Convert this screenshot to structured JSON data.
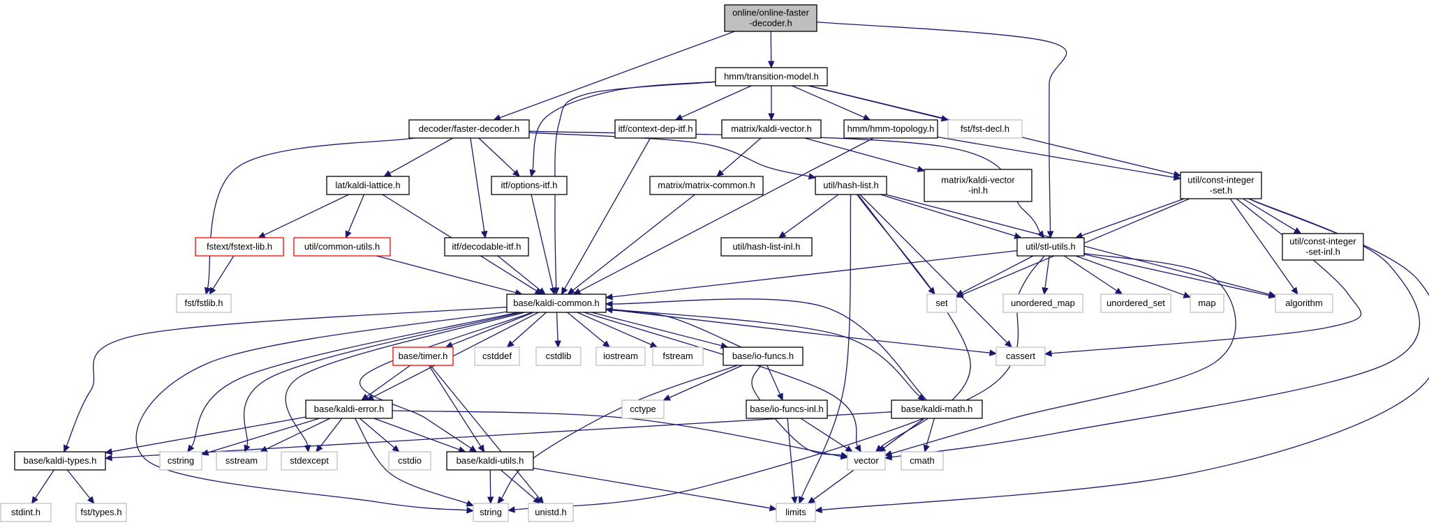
{
  "graph": {
    "nodes": [
      {
        "id": "n0",
        "lines": [
          "online/online-faster",
          "-decoder.h"
        ],
        "kind": "root"
      },
      {
        "id": "n1",
        "lines": [
          "hmm/transition-model.h"
        ],
        "kind": "normal"
      },
      {
        "id": "n2",
        "lines": [
          "decoder/faster-decoder.h"
        ],
        "kind": "normal"
      },
      {
        "id": "n3",
        "lines": [
          "itf/context-dep-itf.h"
        ],
        "kind": "normal"
      },
      {
        "id": "n4",
        "lines": [
          "matrix/kaldi-vector.h"
        ],
        "kind": "normal"
      },
      {
        "id": "n5",
        "lines": [
          "hmm/hmm-topology.h"
        ],
        "kind": "normal"
      },
      {
        "id": "n6",
        "lines": [
          "fst/fst-decl.h"
        ],
        "kind": "missing"
      },
      {
        "id": "n7",
        "lines": [
          "lat/kaldi-lattice.h"
        ],
        "kind": "normal"
      },
      {
        "id": "n8",
        "lines": [
          "itf/options-itf.h"
        ],
        "kind": "normal"
      },
      {
        "id": "n9",
        "lines": [
          "matrix/matrix-common.h"
        ],
        "kind": "normal"
      },
      {
        "id": "n10",
        "lines": [
          "util/hash-list.h"
        ],
        "kind": "normal"
      },
      {
        "id": "n11",
        "lines": [
          "matrix/kaldi-vector",
          "-inl.h"
        ],
        "kind": "normal"
      },
      {
        "id": "n12",
        "lines": [
          "util/const-integer",
          "-set.h"
        ],
        "kind": "normal"
      },
      {
        "id": "n13",
        "lines": [
          "fstext/fstext-lib.h"
        ],
        "kind": "truncated"
      },
      {
        "id": "n14",
        "lines": [
          "util/common-utils.h"
        ],
        "kind": "truncated"
      },
      {
        "id": "n15",
        "lines": [
          "itf/decodable-itf.h"
        ],
        "kind": "normal"
      },
      {
        "id": "n16",
        "lines": [
          "util/hash-list-inl.h"
        ],
        "kind": "normal"
      },
      {
        "id": "n17",
        "lines": [
          "util/stl-utils.h"
        ],
        "kind": "normal"
      },
      {
        "id": "n18",
        "lines": [
          "util/const-integer",
          "-set-inl.h"
        ],
        "kind": "normal"
      },
      {
        "id": "n19",
        "lines": [
          "fst/fstlib.h"
        ],
        "kind": "missing"
      },
      {
        "id": "n20",
        "lines": [
          "base/kaldi-common.h"
        ],
        "kind": "normal"
      },
      {
        "id": "n21",
        "lines": [
          "set"
        ],
        "kind": "missing"
      },
      {
        "id": "n22",
        "lines": [
          "unordered_map"
        ],
        "kind": "missing"
      },
      {
        "id": "n23",
        "lines": [
          "unordered_set"
        ],
        "kind": "missing"
      },
      {
        "id": "n24",
        "lines": [
          "map"
        ],
        "kind": "missing"
      },
      {
        "id": "n25",
        "lines": [
          "algorithm"
        ],
        "kind": "missing"
      },
      {
        "id": "n26",
        "lines": [
          "base/timer.h"
        ],
        "kind": "truncated"
      },
      {
        "id": "n27",
        "lines": [
          "cstddef"
        ],
        "kind": "missing"
      },
      {
        "id": "n28",
        "lines": [
          "cstdlib"
        ],
        "kind": "missing"
      },
      {
        "id": "n29",
        "lines": [
          "iostream"
        ],
        "kind": "missing"
      },
      {
        "id": "n30",
        "lines": [
          "fstream"
        ],
        "kind": "missing"
      },
      {
        "id": "n31",
        "lines": [
          "base/io-funcs.h"
        ],
        "kind": "normal"
      },
      {
        "id": "n32",
        "lines": [
          "cassert"
        ],
        "kind": "missing"
      },
      {
        "id": "n33",
        "lines": [
          "base/kaldi-error.h"
        ],
        "kind": "normal"
      },
      {
        "id": "n34",
        "lines": [
          "cctype"
        ],
        "kind": "missing"
      },
      {
        "id": "n35",
        "lines": [
          "base/io-funcs-inl.h"
        ],
        "kind": "normal"
      },
      {
        "id": "n36",
        "lines": [
          "base/kaldi-math.h"
        ],
        "kind": "normal"
      },
      {
        "id": "n37",
        "lines": [
          "base/kaldi-types.h"
        ],
        "kind": "normal"
      },
      {
        "id": "n38",
        "lines": [
          "cstring"
        ],
        "kind": "missing"
      },
      {
        "id": "n39",
        "lines": [
          "sstream"
        ],
        "kind": "missing"
      },
      {
        "id": "n40",
        "lines": [
          "stdexcept"
        ],
        "kind": "missing"
      },
      {
        "id": "n41",
        "lines": [
          "cstdio"
        ],
        "kind": "missing"
      },
      {
        "id": "n42",
        "lines": [
          "base/kaldi-utils.h"
        ],
        "kind": "normal"
      },
      {
        "id": "n43",
        "lines": [
          "vector"
        ],
        "kind": "missing"
      },
      {
        "id": "n44",
        "lines": [
          "cmath"
        ],
        "kind": "missing"
      },
      {
        "id": "n45",
        "lines": [
          "stdint.h"
        ],
        "kind": "missing"
      },
      {
        "id": "n46",
        "lines": [
          "fst/types.h"
        ],
        "kind": "missing"
      },
      {
        "id": "n47",
        "lines": [
          "string"
        ],
        "kind": "missing"
      },
      {
        "id": "n48",
        "lines": [
          "unistd.h"
        ],
        "kind": "missing"
      },
      {
        "id": "n49",
        "lines": [
          "limits"
        ],
        "kind": "missing"
      }
    ],
    "edges": [
      [
        "n0",
        "n1"
      ],
      [
        "n0",
        "n2"
      ],
      [
        "n0",
        "n17"
      ],
      [
        "n1",
        "n3"
      ],
      [
        "n1",
        "n4"
      ],
      [
        "n1",
        "n5"
      ],
      [
        "n1",
        "n6"
      ],
      [
        "n1",
        "n8"
      ],
      [
        "n1",
        "n12"
      ],
      [
        "n1",
        "n20"
      ],
      [
        "n2",
        "n7"
      ],
      [
        "n2",
        "n8"
      ],
      [
        "n2",
        "n10"
      ],
      [
        "n2",
        "n15"
      ],
      [
        "n2",
        "n17"
      ],
      [
        "n2",
        "n19"
      ],
      [
        "n3",
        "n20"
      ],
      [
        "n4",
        "n9"
      ],
      [
        "n4",
        "n11"
      ],
      [
        "n5",
        "n12"
      ],
      [
        "n5",
        "n20"
      ],
      [
        "n7",
        "n13"
      ],
      [
        "n7",
        "n14"
      ],
      [
        "n7",
        "n20"
      ],
      [
        "n8",
        "n20"
      ],
      [
        "n9",
        "n20"
      ],
      [
        "n10",
        "n16"
      ],
      [
        "n10",
        "n17"
      ],
      [
        "n10",
        "n21"
      ],
      [
        "n10",
        "n25"
      ],
      [
        "n10",
        "n32"
      ],
      [
        "n10",
        "n43"
      ],
      [
        "n10",
        "n49"
      ],
      [
        "n12",
        "n17"
      ],
      [
        "n12",
        "n18"
      ],
      [
        "n12",
        "n21"
      ],
      [
        "n12",
        "n25"
      ],
      [
        "n12",
        "n32"
      ],
      [
        "n12",
        "n43"
      ],
      [
        "n12",
        "n49"
      ],
      [
        "n13",
        "n19"
      ],
      [
        "n14",
        "n20"
      ],
      [
        "n15",
        "n20"
      ],
      [
        "n17",
        "n20"
      ],
      [
        "n17",
        "n21"
      ],
      [
        "n17",
        "n22"
      ],
      [
        "n17",
        "n23"
      ],
      [
        "n17",
        "n24"
      ],
      [
        "n17",
        "n25"
      ],
      [
        "n17",
        "n43"
      ],
      [
        "n17",
        "n47"
      ],
      [
        "n20",
        "n26"
      ],
      [
        "n20",
        "n27"
      ],
      [
        "n20",
        "n28"
      ],
      [
        "n20",
        "n29"
      ],
      [
        "n20",
        "n30"
      ],
      [
        "n20",
        "n31"
      ],
      [
        "n20",
        "n32"
      ],
      [
        "n20",
        "n33"
      ],
      [
        "n20",
        "n36"
      ],
      [
        "n20",
        "n37"
      ],
      [
        "n20",
        "n38"
      ],
      [
        "n20",
        "n39"
      ],
      [
        "n20",
        "n40"
      ],
      [
        "n20",
        "n42"
      ],
      [
        "n20",
        "n43"
      ],
      [
        "n20",
        "n47"
      ],
      [
        "n26",
        "n33"
      ],
      [
        "n26",
        "n42"
      ],
      [
        "n26",
        "n48"
      ],
      [
        "n31",
        "n20"
      ],
      [
        "n31",
        "n34"
      ],
      [
        "n31",
        "n35"
      ],
      [
        "n31",
        "n43"
      ],
      [
        "n31",
        "n47"
      ],
      [
        "n33",
        "n37"
      ],
      [
        "n33",
        "n38"
      ],
      [
        "n33",
        "n39"
      ],
      [
        "n33",
        "n40"
      ],
      [
        "n33",
        "n41"
      ],
      [
        "n33",
        "n42"
      ],
      [
        "n33",
        "n43"
      ],
      [
        "n33",
        "n47"
      ],
      [
        "n35",
        "n43"
      ],
      [
        "n35",
        "n49"
      ],
      [
        "n36",
        "n20"
      ],
      [
        "n36",
        "n37"
      ],
      [
        "n36",
        "n43"
      ],
      [
        "n36",
        "n44"
      ],
      [
        "n36",
        "n49"
      ],
      [
        "n37",
        "n45"
      ],
      [
        "n37",
        "n46"
      ],
      [
        "n42",
        "n47"
      ],
      [
        "n42",
        "n48"
      ],
      [
        "n42",
        "n49"
      ]
    ]
  }
}
